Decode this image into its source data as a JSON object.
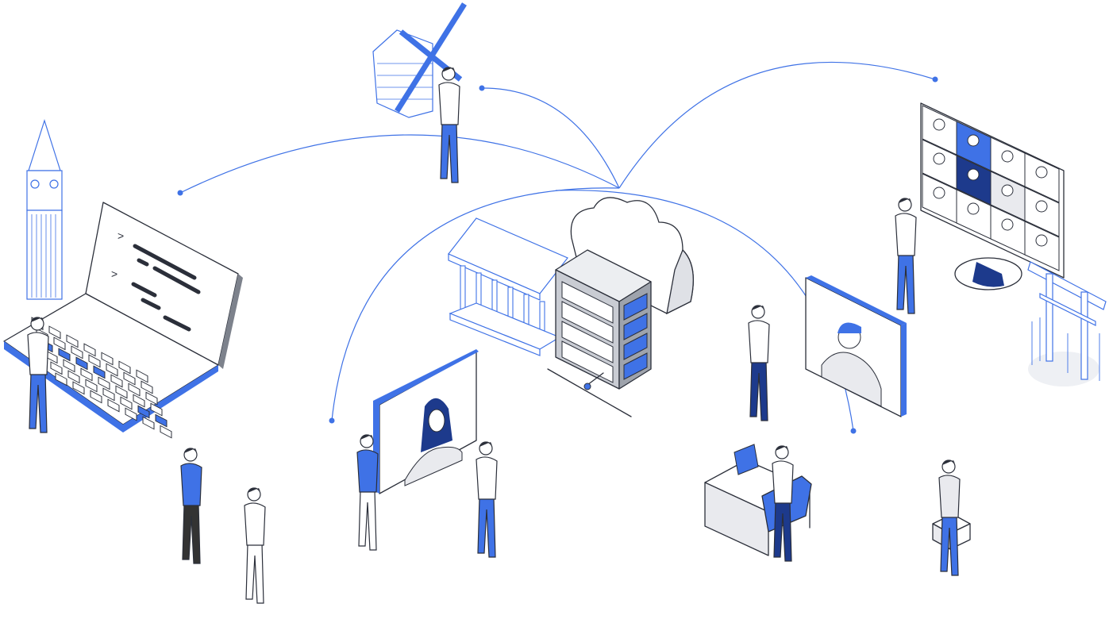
{
  "colors": {
    "accent": "#3f72e6",
    "navy": "#1d3a8c",
    "outline": "#2b2f3a",
    "light_grey": "#e9eaee",
    "mid_grey": "#c9ccd3",
    "background": "#ffffff"
  },
  "scenes": [
    {
      "name": "bell-tower"
    },
    {
      "name": "laptop-with-code"
    },
    {
      "name": "windmill"
    },
    {
      "name": "video-conference-monitor"
    },
    {
      "name": "torii-gate"
    },
    {
      "name": "bank-building"
    },
    {
      "name": "cloud"
    },
    {
      "name": "server-rack"
    },
    {
      "name": "portrait-screen"
    },
    {
      "name": "video-call-screen"
    },
    {
      "name": "desk-with-laptop"
    }
  ],
  "network": {
    "hub": "cloud-server",
    "endpoints": [
      "laptop",
      "windmill",
      "video-conference",
      "portrait-screen",
      "video-call-screen"
    ]
  }
}
